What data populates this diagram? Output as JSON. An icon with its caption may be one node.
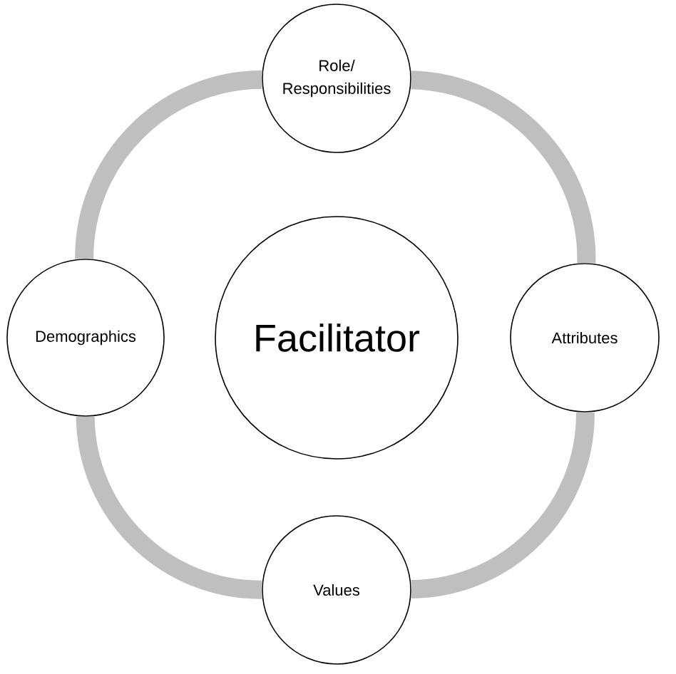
{
  "diagram": {
    "nodes": [
      {
        "text": [
          "Role/ Responsibilities"
        ]
      },
      {
        "text": [
          "Demographics"
        ]
      },
      {
        "text": [
          "Facilitator"
        ]
      },
      {
        "text": [
          "Attributes"
        ]
      },
      {
        "text": [
          "Values"
        ]
      }
    ],
    "edges": [
      {
        "from": 0,
        "to": 3,
        "arrow": "none"
      },
      {
        "from": 3,
        "to": 4,
        "arrow": "none"
      },
      {
        "from": 4,
        "to": 1,
        "arrow": "none"
      },
      {
        "from": 1,
        "to": 0,
        "arrow": "none"
      }
    ]
  }
}
